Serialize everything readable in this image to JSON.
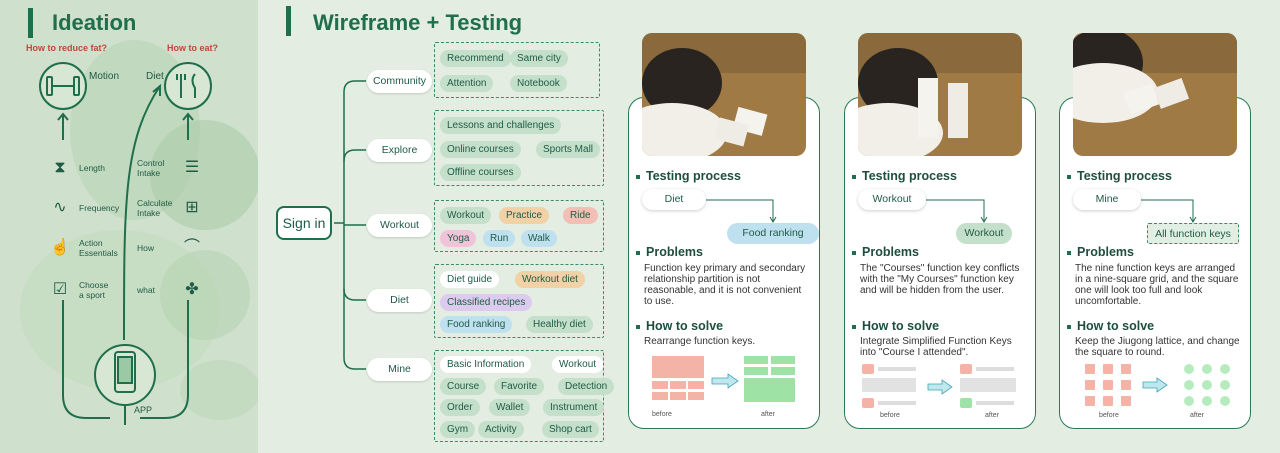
{
  "ideation": {
    "title": "Ideation",
    "question_left": "How to reduce fat?",
    "question_right": "How to eat?",
    "motion_label": "Motion",
    "diet_label": "Diet",
    "left_items": [
      {
        "icon": "hourglass-icon",
        "label": "Length"
      },
      {
        "icon": "pulse-icon",
        "label": "Frequency"
      },
      {
        "icon": "essentials-icon",
        "label": "Action\nEssentials"
      },
      {
        "icon": "checklist-icon",
        "label": "Choose\na sport"
      }
    ],
    "right_items": [
      {
        "icon": "sliders-icon",
        "label": "Control\nIntake"
      },
      {
        "icon": "calculator-icon",
        "label": "Calculate\nIntake"
      },
      {
        "icon": "cloche-icon",
        "label": "How"
      },
      {
        "icon": "grid-icon",
        "label": "what"
      }
    ],
    "app_label": "APP"
  },
  "wireframe": {
    "title": "Wireframe + Testing",
    "sign_in": "Sign in",
    "branches": [
      {
        "label": "Community",
        "tags": [
          [
            "Recommend",
            "g"
          ],
          [
            "Same city",
            "g"
          ],
          [
            "Attention",
            "g"
          ],
          [
            "Notebook",
            "g"
          ]
        ]
      },
      {
        "label": "Explore",
        "tags": [
          [
            "Lessons and challenges",
            "g"
          ],
          [
            "Online courses",
            "g"
          ],
          [
            "Sports Mall",
            "g"
          ],
          [
            "Offline courses",
            "g"
          ]
        ]
      },
      {
        "label": "Workout",
        "tags": [
          [
            "Workout",
            "g"
          ],
          [
            "Practice",
            "o"
          ],
          [
            "Ride",
            "p"
          ],
          [
            "Yoga",
            "pk"
          ],
          [
            "Run",
            "b"
          ],
          [
            "Walk",
            "b"
          ]
        ]
      },
      {
        "label": "Diet",
        "tags": [
          [
            "Diet guide",
            "w"
          ],
          [
            "Workout diet",
            "o"
          ],
          [
            "Classified recipes",
            "pu"
          ],
          [
            "Food ranking",
            "b"
          ],
          [
            "Healthy diet",
            "g"
          ]
        ]
      },
      {
        "label": "Mine",
        "tags": [
          [
            "Basic Information",
            "w"
          ],
          [
            "Workout",
            "w"
          ],
          [
            "Course",
            "g"
          ],
          [
            "Favorite",
            "g"
          ],
          [
            "Detection",
            "g"
          ],
          [
            "Order",
            "g"
          ],
          [
            "Wallet",
            "g"
          ],
          [
            "Instrument",
            "g"
          ],
          [
            "Gym",
            "g"
          ],
          [
            "Activity",
            "g"
          ],
          [
            "Shop cart",
            "g"
          ]
        ]
      }
    ]
  },
  "cards": [
    {
      "testing_heading": "Testing process",
      "flow_from": "Diet",
      "flow_to": "Food ranking",
      "problems_heading": "Problems",
      "problems_text": "Function key primary and secondary relationship partition is not reasonable, and it is not convenient to use.",
      "solve_heading": "How to solve",
      "solve_text": "Rearrange function keys.",
      "before": "before",
      "after": "after"
    },
    {
      "testing_heading": "Testing process",
      "flow_from": "Workout",
      "flow_to": "Workout",
      "problems_heading": "Problems",
      "problems_text": "The \"Courses\" function key conflicts with the \"My Courses\" function key and will be hidden from the user.",
      "solve_heading": "How to solve",
      "solve_text": "Integrate Simplified Function Keys into \"Course I attended\".",
      "before": "before",
      "after": "after"
    },
    {
      "testing_heading": "Testing process",
      "flow_from": "Mine",
      "flow_to": "All function keys",
      "problems_heading": "Problems",
      "problems_text": "The nine function keys are arranged in a nine-square grid, and the square one will look too full and look uncomfortable.",
      "solve_heading": "How to solve",
      "solve_text": "Keep the Jiugong lattice, and change the square to round.",
      "before": "before",
      "after": "after"
    }
  ]
}
